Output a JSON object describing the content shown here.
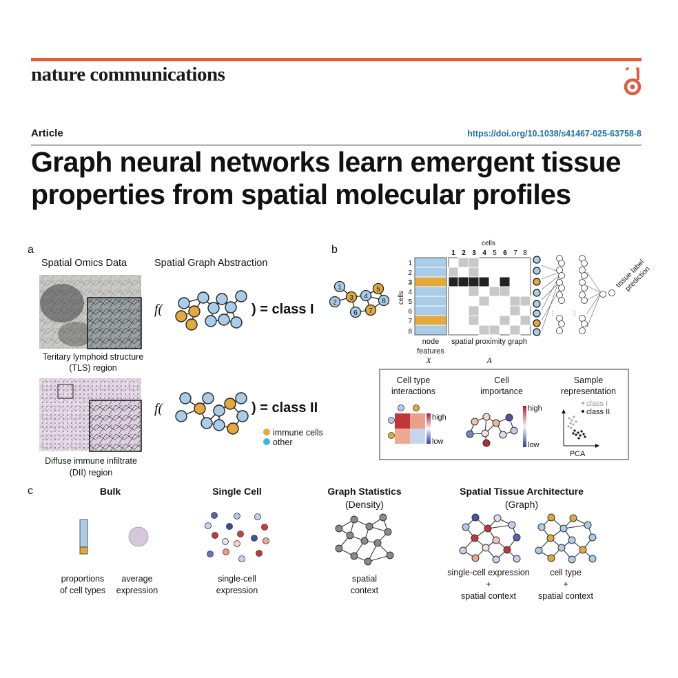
{
  "header": {
    "journal": "nature communications",
    "article_type": "Article",
    "doi": "https://doi.org/10.1038/s41467-025-63758-8",
    "title": "Graph neural networks learn emergent tissue properties from spatial molecular profiles",
    "open_access_icon": "open-access-icon"
  },
  "colors": {
    "accent": "#e05a3f",
    "doi": "#1f6fa7",
    "immune": "#e3a93c",
    "other": "#a9cde9"
  },
  "panel_a": {
    "label": "a",
    "col1_title": "Spatial Omics Data",
    "col2_title": "Spatial Graph Abstraction",
    "f1": "f(",
    "f2": "f(",
    "class1": ") = class I",
    "class2": ") = class II",
    "tls_caption_1": "Teritary lymphoid structure",
    "tls_caption_2": "(TLS) region",
    "dii_caption_1": "Diffuse immune infiltrate",
    "dii_caption_2": "(DII) region",
    "legend_immune": "immune cells",
    "legend_other": "other"
  },
  "panel_b": {
    "label": "b",
    "cells_label_top": "cells",
    "cells_label_side": "cells",
    "col_numbers": [
      "1",
      "2",
      "3",
      "4",
      "5",
      "6",
      "7",
      "8"
    ],
    "row_numbers": [
      "1",
      "2",
      "3",
      "4",
      "5",
      "6",
      "7",
      "8"
    ],
    "graph_nodes": [
      "1",
      "2",
      "3",
      "4",
      "5",
      "6",
      "7",
      "8"
    ],
    "node_features_1": "node",
    "node_features_2": "features",
    "spatial_graph": "spatial proximity graph",
    "x_symbol": "X",
    "a_symbol": "A",
    "output_1": "tissue label",
    "output_2": "prediction",
    "box": {
      "cti_1": "Cell type",
      "cti_2": "interactions",
      "ci_1": "Cell",
      "ci_2": "importance",
      "sr_1": "Sample",
      "sr_2": "representation",
      "high1": "high",
      "low1": "low",
      "high2": "high",
      "low2": "low",
      "class1": "class I",
      "class2": "class II",
      "pca": "PCA"
    }
  },
  "panel_c": {
    "label": "c",
    "bulk_title": "Bulk",
    "sc_title": "Single Cell",
    "gs_title": "Graph Statistics",
    "gs_sub": "(Density)",
    "sta_title": "Spatial Tissue Architecture",
    "sta_sub": "(Graph)",
    "prop_1": "proportions",
    "prop_2": "of cell types",
    "avg_1": "average",
    "avg_2": "expression",
    "sc_1": "single-cell",
    "sc_2": "expression",
    "gs_1": "spatial",
    "gs_2": "context",
    "sta1_1": "single-cell expression",
    "sta1_2": "+",
    "sta1_3": "spatial context",
    "sta2_1": "cell type",
    "sta2_2": "+",
    "sta2_3": "spatial context"
  }
}
